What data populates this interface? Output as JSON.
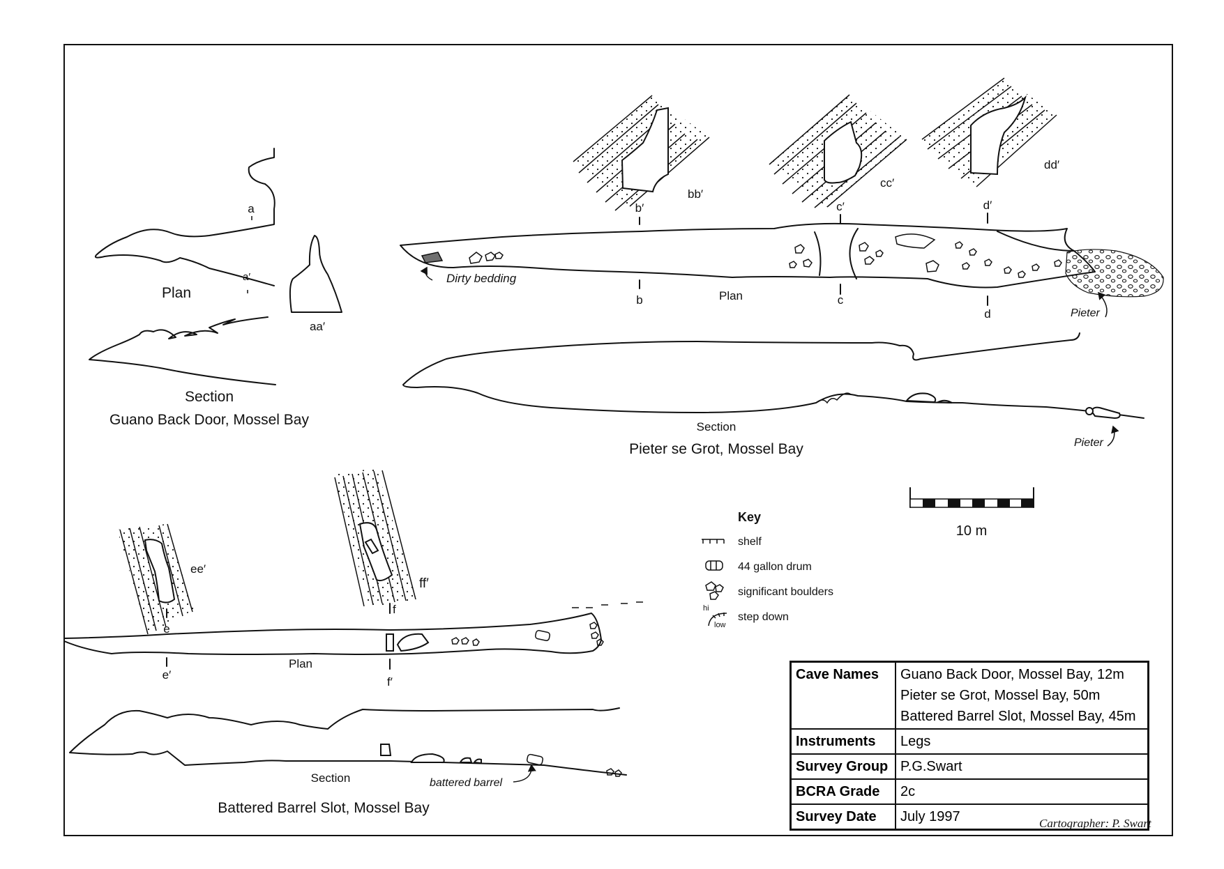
{
  "surveys": {
    "guano": {
      "title": "Guano Back Door, Mossel Bay",
      "plan_label": "Plan",
      "section_label": "Section",
      "stations": [
        "a",
        "a′"
      ],
      "xsec_label": "aa′"
    },
    "pieter": {
      "title": "Pieter se Grot, Mossel Bay",
      "plan_label": "Plan",
      "section_label": "Section",
      "stations": [
        "b′",
        "b",
        "c′",
        "c",
        "d′",
        "d"
      ],
      "xsec_labels": [
        "bb′",
        "cc′",
        "dd′"
      ],
      "annotations": [
        "Dirty bedding",
        "Pieter",
        "Pieter"
      ]
    },
    "barrel": {
      "title": "Battered Barrel Slot, Mossel Bay",
      "plan_label": "Plan",
      "section_label": "Section",
      "stations": [
        "e",
        "e′",
        "f",
        "f′"
      ],
      "xsec_labels": [
        "ee′",
        "ff′"
      ],
      "annotations": [
        "battered barrel"
      ]
    }
  },
  "scale_bar": {
    "label": "10 m",
    "length_m": 10
  },
  "key": {
    "title": "Key",
    "items": [
      {
        "label": "shelf",
        "icon": "shelf-icon"
      },
      {
        "label": "44 gallon drum",
        "icon": "drum-icon"
      },
      {
        "label": "significant boulders",
        "icon": "boulders-icon"
      },
      {
        "label": "step down",
        "icon": "step-down-icon",
        "icon_text": [
          "hi",
          "low"
        ]
      }
    ]
  },
  "info_table": {
    "rows": [
      {
        "key": "Cave Names",
        "values": [
          "Guano Back Door, Mossel Bay, 12m",
          "Pieter se Grot, Mossel Bay, 50m",
          "Battered Barrel Slot, Mossel Bay, 45m"
        ]
      },
      {
        "key": "Instruments",
        "values": [
          "Legs"
        ]
      },
      {
        "key": "Survey Group",
        "values": [
          "P.G.Swart"
        ]
      },
      {
        "key": "BCRA Grade",
        "values": [
          "2c"
        ]
      },
      {
        "key": "Survey Date",
        "values": [
          "July 1997"
        ]
      }
    ]
  },
  "cartographer": "Cartographer: P. Swart"
}
